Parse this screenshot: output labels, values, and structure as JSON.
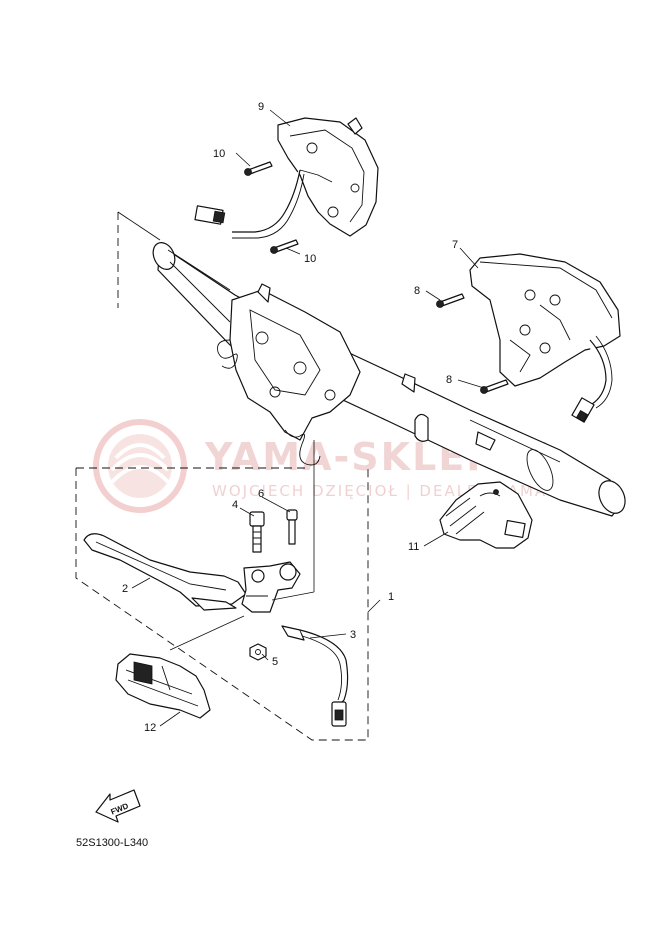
{
  "diagram": {
    "watermark": {
      "brand": "YAMA-SKLEP.PL",
      "subline": "WOJCIECH DZIĘCIOŁ | DEALER YAMAHA",
      "logo_color": "#e8a0a0"
    },
    "part_labels": [
      "1",
      "2",
      "3",
      "4",
      "5",
      "6",
      "7",
      "8",
      "8",
      "9",
      "10",
      "10",
      "11",
      "12"
    ],
    "fwd_label": "FWD",
    "drawing_code": "52S1300-L340"
  }
}
